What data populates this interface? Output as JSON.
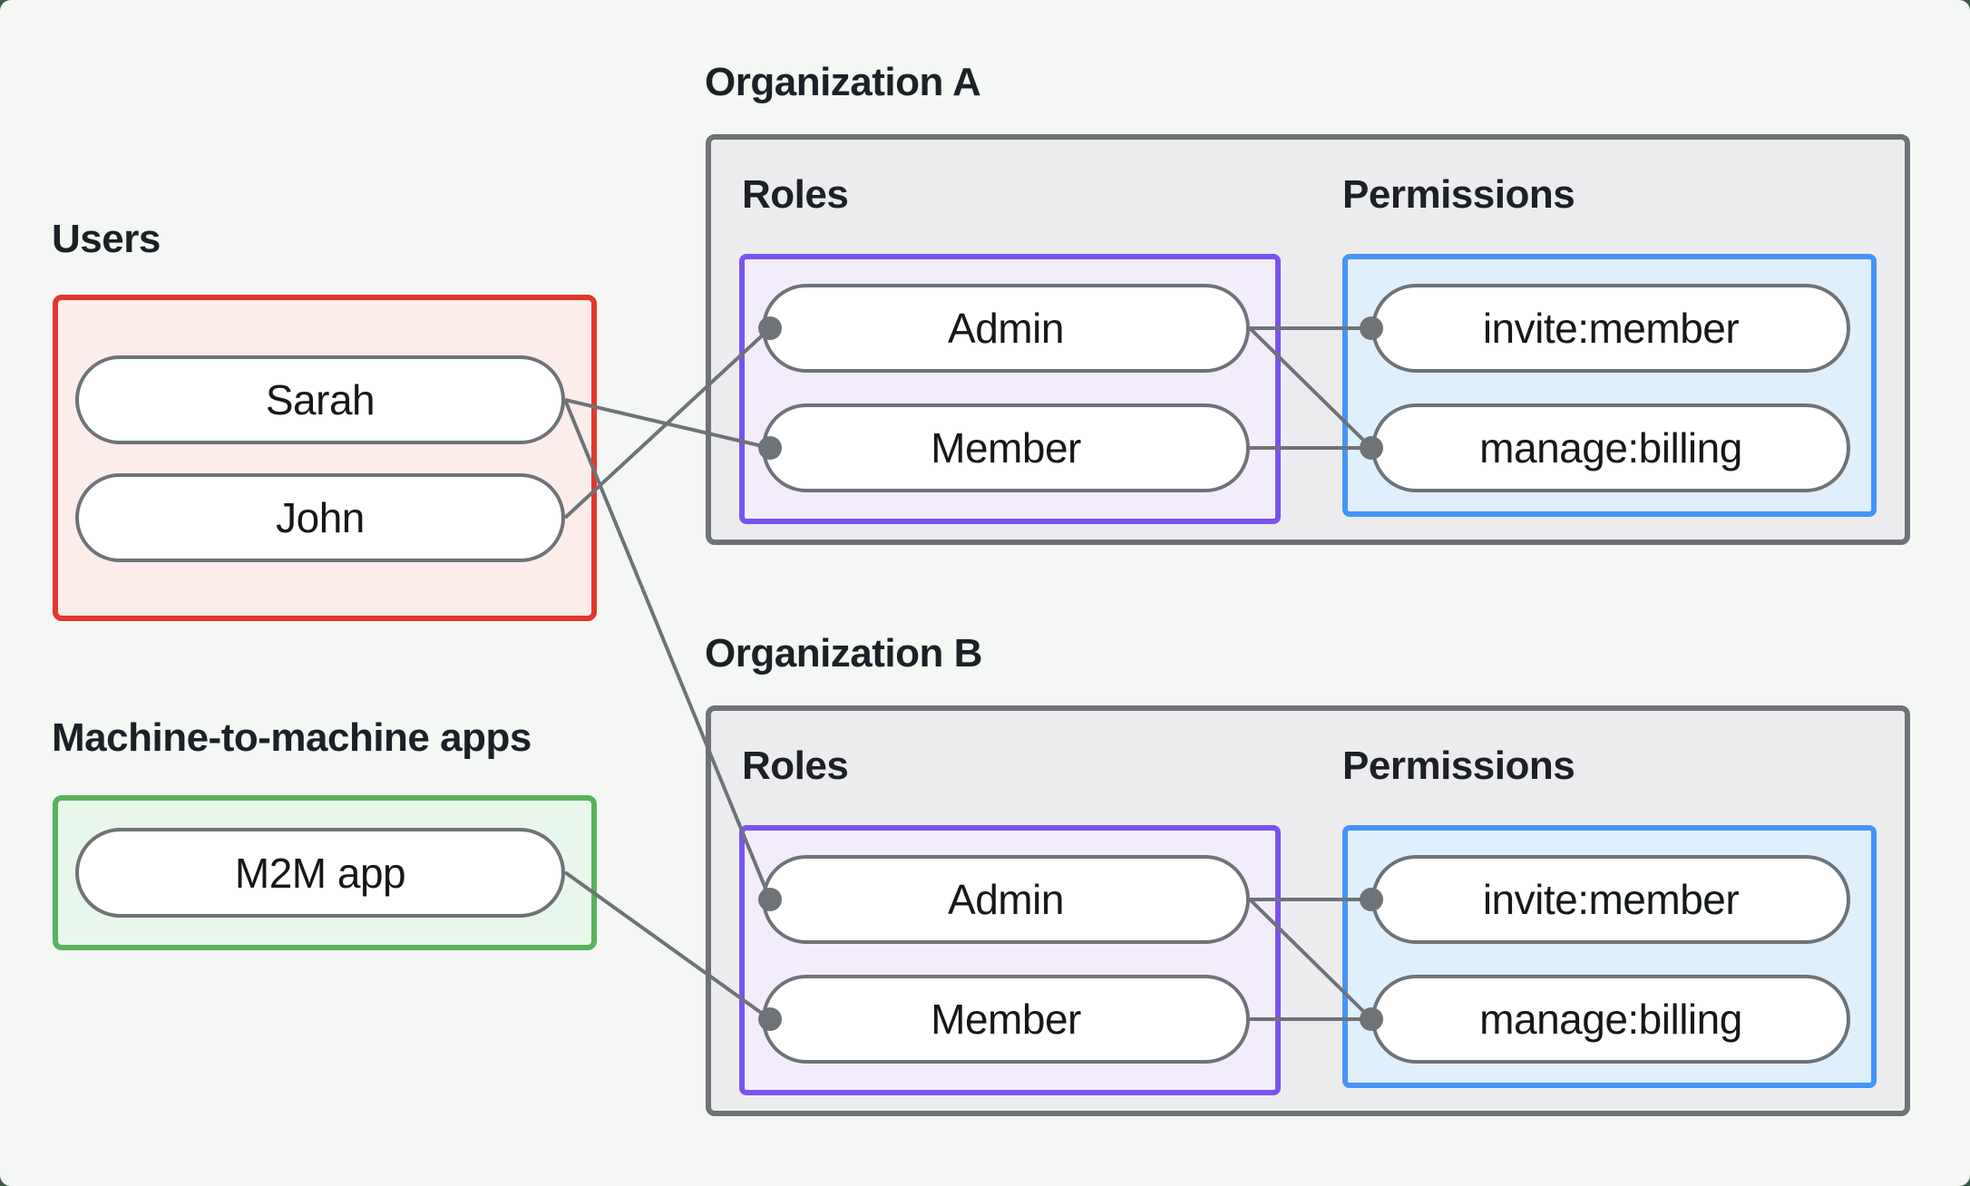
{
  "users": {
    "label": "Users",
    "items": [
      "Sarah",
      "John"
    ]
  },
  "m2m": {
    "label": "Machine-to-machine apps",
    "items": [
      "M2M app"
    ]
  },
  "organizations": [
    {
      "title": "Organization A",
      "roles_label": "Roles",
      "permissions_label": "Permissions",
      "roles": [
        "Admin",
        "Member"
      ],
      "permissions": [
        "invite:member",
        "manage:billing"
      ]
    },
    {
      "title": "Organization B",
      "roles_label": "Roles",
      "permissions_label": "Permissions",
      "roles": [
        "Admin",
        "Member"
      ],
      "permissions": [
        "invite:member",
        "manage:billing"
      ]
    }
  ],
  "edges": [
    {
      "from": "john",
      "to": "orgA-admin"
    },
    {
      "from": "sarah",
      "to": "orgA-member"
    },
    {
      "from": "sarah",
      "to": "orgB-admin"
    },
    {
      "from": "m2m-app",
      "to": "orgB-member"
    },
    {
      "from": "orgA-admin",
      "to": "orgA-invite"
    },
    {
      "from": "orgA-admin",
      "to": "orgA-manage"
    },
    {
      "from": "orgA-member",
      "to": "orgA-manage"
    },
    {
      "from": "orgB-admin",
      "to": "orgB-invite"
    },
    {
      "from": "orgB-admin",
      "to": "orgB-manage"
    },
    {
      "from": "orgB-member",
      "to": "orgB-manage"
    }
  ],
  "colors": {
    "background": "#f4f7f4",
    "text": "#1b2126",
    "connector": "#6e7377",
    "pill-border": "#6e7377",
    "users-border": "#e2372e",
    "users-fill": "#fcedeb",
    "m2m-border": "#58b25f",
    "m2m-fill": "#e9f6eb",
    "org-border": "#6e7377",
    "org-fill": "#ececee",
    "roles-border": "#7a52f4",
    "roles-fill": "#f3edfb",
    "permissions-border": "#4594f7",
    "permissions-fill": "#e0effc"
  }
}
